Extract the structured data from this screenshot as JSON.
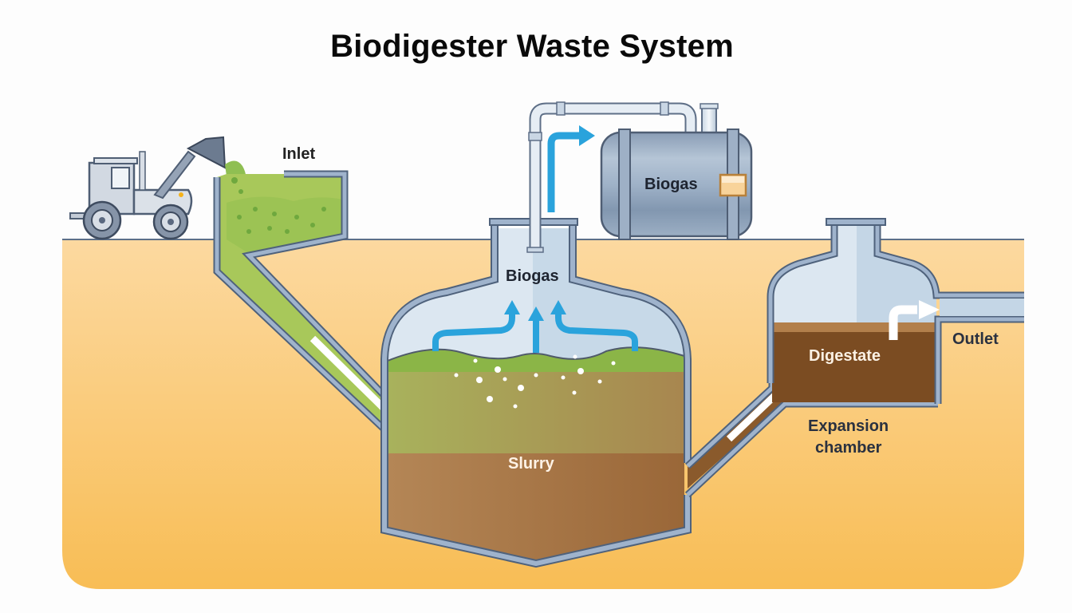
{
  "title": "Biodigester Waste System",
  "labels": {
    "inlet": "Inlet",
    "biogas_storage": "Biogas",
    "biogas_dome": "Biogas",
    "slurry": "Slurry",
    "digestate": "Digestate",
    "outlet": "Outlet",
    "expansion_line1": "Expansion",
    "expansion_line2": "chamber"
  },
  "colors": {
    "ground_top": "#fcd9a0",
    "ground_bottom": "#f8bd55",
    "wall": "#93a9c4",
    "wall_stroke": "#4f627c",
    "gas_space": "#dce7f1",
    "feedstock_green": "#a9c65a",
    "slurry_brown": "#a97a48",
    "digestate_brown": "#7b4c22",
    "gas_arrow": "#2aa3dc",
    "tank": "#8ea2ba"
  }
}
